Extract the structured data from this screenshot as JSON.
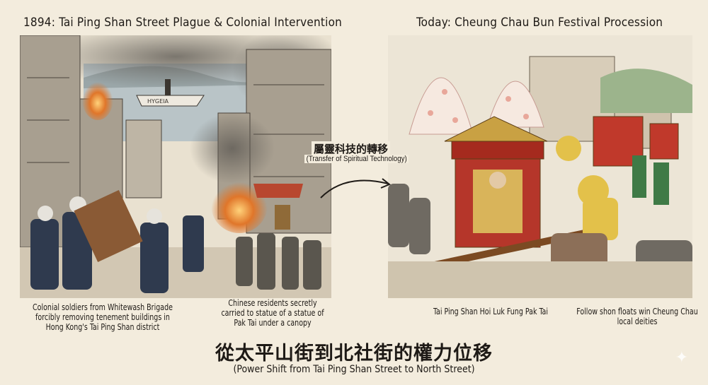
{
  "left": {
    "title": "1894: Tai Ping Shan Street Plague & Colonial Intervention",
    "ship_label": "HYGEIA",
    "captions": [
      "Colonial soldiers from Whitewash Brigade forcibly removing tenement buildings in Hong Kong's Tai Ping Shan district",
      "Chinese residents secretly carried to statue of a statue of Pak Tai under a canopy"
    ]
  },
  "middle": {
    "heading_zh": "屬靈科技的轉移",
    "heading_en": "(Transfer of Spiritual Technology)",
    "arrow_icon": "curved-arrow-right"
  },
  "right": {
    "title": "Today: Cheung Chau Bun Festival Procession",
    "captions": [
      "Tai Ping Shan Hoi Luk Fung Pak Tai",
      "Follow shon floats win Cheung Chau local deities"
    ]
  },
  "footer": {
    "heading_zh": "從太平山街到北社街的權力位移",
    "heading_en": "(Power Shift from Tai Ping Shan Street to North Street)"
  },
  "colors": {
    "paper": "#f3ecdd",
    "ink": "#1e1a16",
    "smoke": "#6b6760",
    "fire": "#e0762a",
    "sedan_red": "#a52a1e",
    "gold": "#c9a143",
    "bun": "#f6e9e0"
  }
}
